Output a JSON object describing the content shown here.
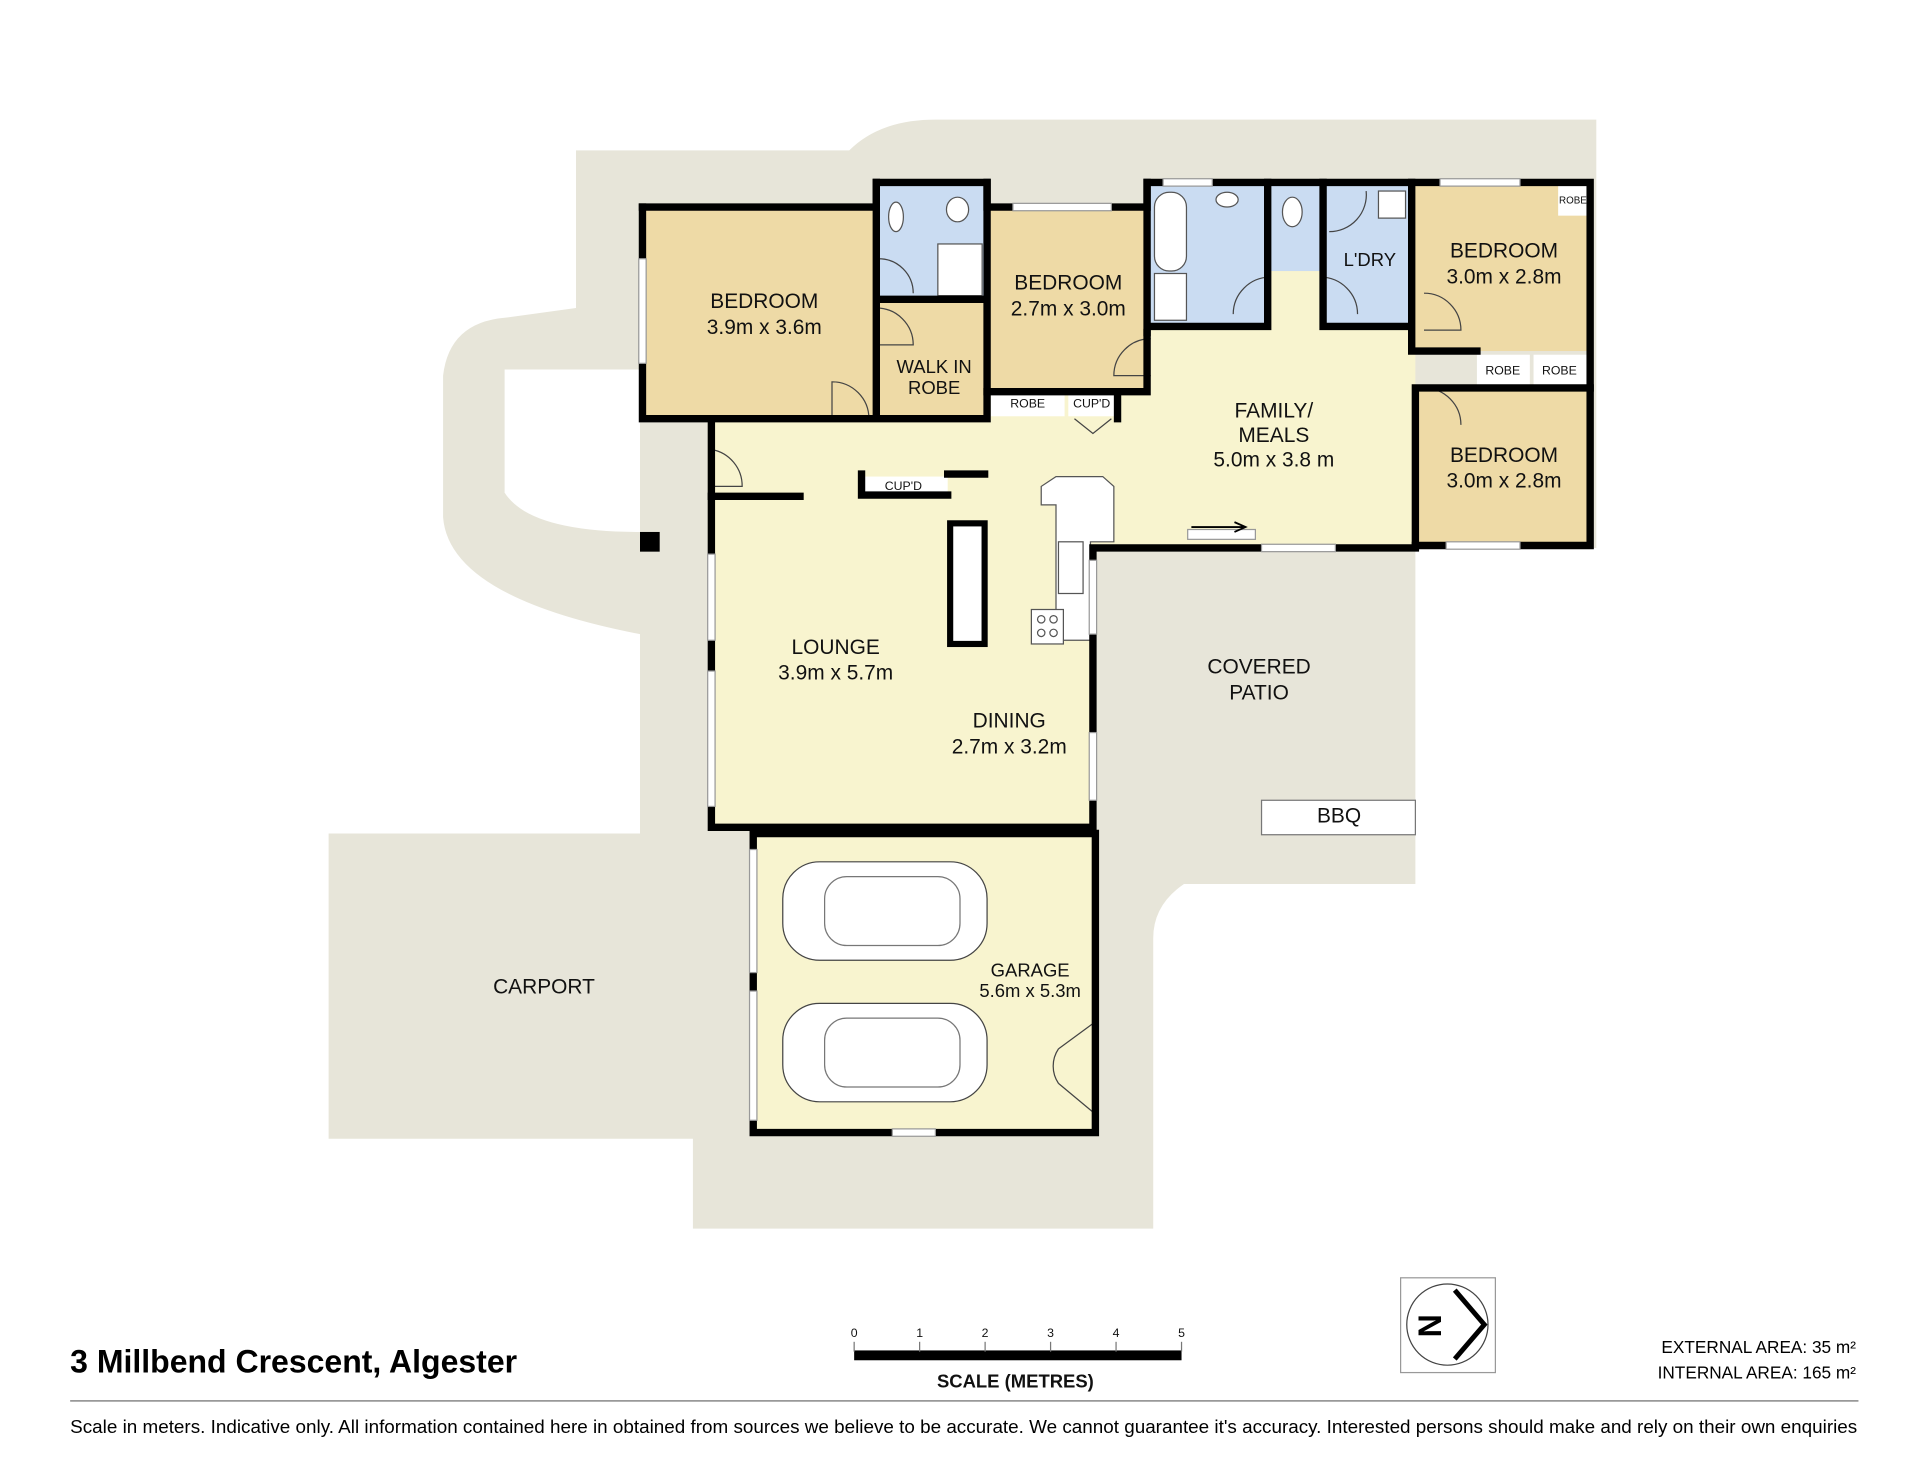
{
  "title": "3 Millbend Crescent, Algester",
  "rooms": {
    "bed_main": {
      "name": "BEDROOM",
      "size": "3.9m x 3.6m"
    },
    "bed_2": {
      "name": "BEDROOM",
      "size": "2.7m x 3.0m"
    },
    "bed_3": {
      "name": "BEDROOM",
      "size": "3.0m x 2.8m"
    },
    "bed_4": {
      "name": "BEDROOM",
      "size": "3.0m x 2.8m"
    },
    "walk_in_robe": {
      "line1": "WALK IN",
      "line2": "ROBE"
    },
    "laundry": {
      "name": "L'DRY"
    },
    "family": {
      "line1": "FAMILY/",
      "line2": "MEALS",
      "size": "5.0m x 3.8 m"
    },
    "lounge": {
      "name": "LOUNGE",
      "size": "3.9m x 5.7m"
    },
    "dining": {
      "name": "DINING",
      "size": "2.7m x 3.2m"
    },
    "patio": {
      "line1": "COVERED",
      "line2": "PATIO"
    },
    "bbq": {
      "name": "BBQ"
    },
    "garage": {
      "name": "GARAGE",
      "size": "5.6m x 5.3m"
    },
    "carport": {
      "name": "CARPORT"
    },
    "robe_labels": [
      "ROBE",
      "ROBE",
      "ROBE",
      "ROBE"
    ],
    "cupd_labels": [
      "CUP'D",
      "CUP'D"
    ]
  },
  "scale": {
    "ticks": [
      "0",
      "1",
      "2",
      "3",
      "4",
      "5"
    ],
    "label": "SCALE (METRES)"
  },
  "compass": {
    "letter": "N"
  },
  "areas": {
    "external": "EXTERNAL AREA: 35 m²",
    "internal": "INTERNAL AREA: 165 m²"
  },
  "disclaimer": "Scale in meters. Indicative only. All information contained here in obtained from sources we believe to be accurate. We cannot guarantee it's accuracy. Interested persons should make and rely on their own enquiries",
  "colors": {
    "ground": "#e7e5d9",
    "bedroom": "#eedaa6",
    "living": "#f8f4cf",
    "wet": "#cadcf2"
  }
}
